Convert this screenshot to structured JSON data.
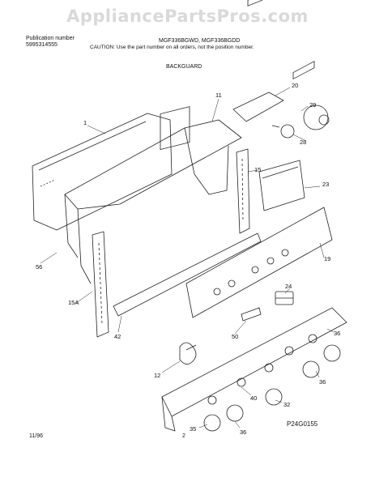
{
  "watermark": "AppliancePartsPros.com",
  "header": {
    "publication_label": "Publication number",
    "publication_number": "5995314555",
    "models": "MGF336BGWD, MGF336BGDD",
    "caution": "CAUTION:  Use the part number on all orders, not the position number."
  },
  "section_title": "BACKGUARD",
  "callouts": {
    "c1": "1",
    "c11": "11",
    "c20": "20",
    "c29": "29",
    "c28": "28",
    "c15": "15",
    "c23": "23",
    "c56": "56",
    "c19": "19",
    "c24": "24",
    "c15a": "15A",
    "c42": "42",
    "c50": "50",
    "c36a": "36",
    "c12": "12",
    "c36b": "36",
    "c40": "40",
    "c32": "32",
    "c35": "35",
    "c36c": "36"
  },
  "footer": {
    "date": "11/96",
    "page": "2",
    "drawing_code": "P24G0155"
  }
}
